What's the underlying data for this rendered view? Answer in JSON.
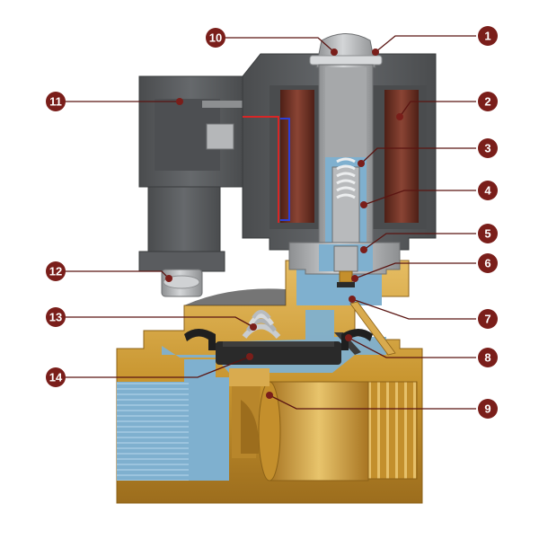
{
  "colors": {
    "brass_light": "#e0b45a",
    "brass": "#c8952f",
    "brass_dark": "#8c6218",
    "water": "#7fb0cf",
    "housing": "#55575a",
    "housing_dark": "#3f4143",
    "housing_light": "#6e7174",
    "coil": "#6b2e22",
    "steel": "#b5b7b9",
    "marker": "#7a1e1a",
    "leader": "#5a1512"
  },
  "callouts": [
    {
      "label": "1"
    },
    {
      "label": "2"
    },
    {
      "label": "3"
    },
    {
      "label": "4"
    },
    {
      "label": "5"
    },
    {
      "label": "6"
    },
    {
      "label": "7"
    },
    {
      "label": "8"
    },
    {
      "label": "9"
    },
    {
      "label": "10"
    },
    {
      "label": "11"
    },
    {
      "label": "12"
    },
    {
      "label": "13"
    },
    {
      "label": "14"
    }
  ]
}
